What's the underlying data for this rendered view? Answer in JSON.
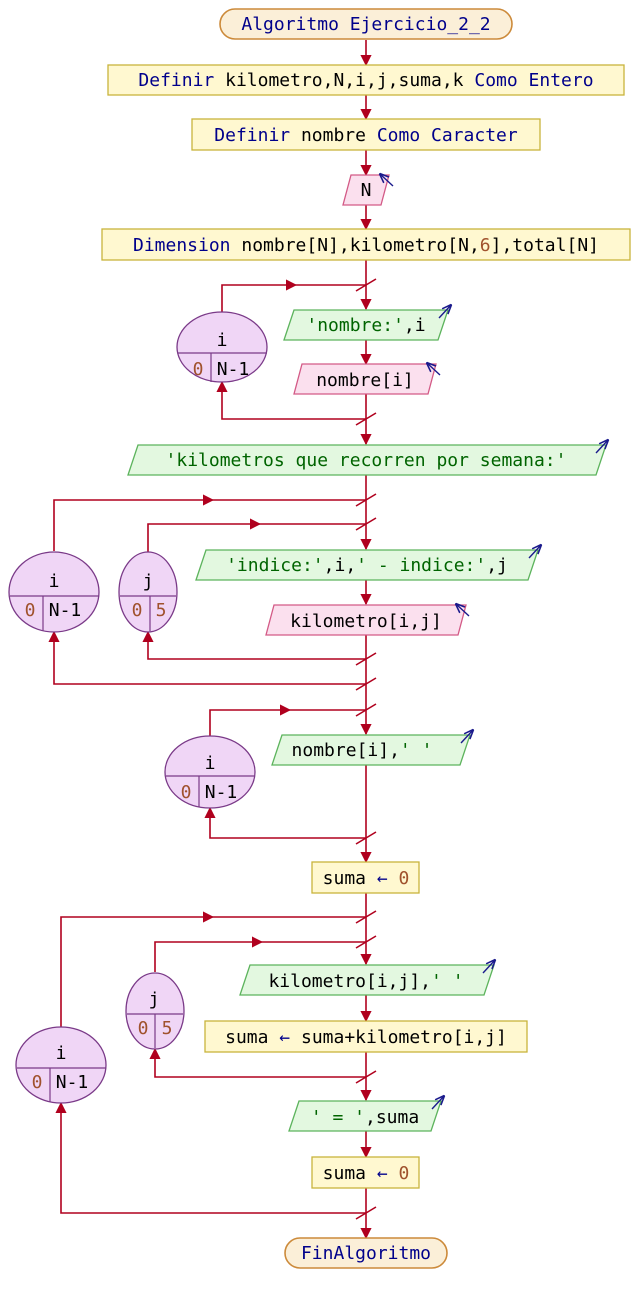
{
  "start": "Algoritmo Ejercicio_2_2",
  "define1": {
    "kw": "Definir",
    "vars": " kilometro,N,i,j,suma,k ",
    "type": "Como Entero"
  },
  "define2": {
    "kw": "Definir",
    "vars": " nombre ",
    "type": "Como Caracter"
  },
  "read_n": "N",
  "dimension": {
    "kw": "Dimension",
    "a": " nombre[N],kilometro[N,",
    "n": "6",
    "b": "],total[N]"
  },
  "loop1": {
    "var": "i",
    "from": "0",
    "to": "N-1"
  },
  "write1": {
    "str": "'nombre:'",
    "rest": ",i"
  },
  "read1": "nombre[i]",
  "write2": {
    "str": "'kilometros que recorren por semana:'"
  },
  "loop2_outer": {
    "var": "i",
    "from": "0",
    "to": "N-1"
  },
  "loop2_inner": {
    "var": "j",
    "from": "0",
    "to": "5"
  },
  "write3": {
    "str1": "'indice:'",
    "mid": ",i,",
    "str2": "' - indice:'",
    "rest": ",j"
  },
  "read2": "kilometro[i,j]",
  "loop3": {
    "var": "i",
    "from": "0",
    "to": "N-1"
  },
  "write4": {
    "a": "nombre[i],",
    "str": "' '"
  },
  "assign1": {
    "a": "suma ",
    "op": "←",
    "n": "0"
  },
  "loop4_outer": {
    "var": "i",
    "from": "0",
    "to": "N-1"
  },
  "loop4_inner": {
    "var": "j",
    "from": "0",
    "to": "5"
  },
  "write5": {
    "a": "kilometro[i,j],",
    "str": "' '"
  },
  "assign2": {
    "a": "suma ",
    "op": "←",
    "b": " suma+kilometro[i,j]"
  },
  "write6": {
    "str": "' = '",
    "rest": ",suma"
  },
  "assign3": {
    "a": "suma ",
    "op": "←",
    "n": "0"
  },
  "end": "FinAlgoritmo"
}
